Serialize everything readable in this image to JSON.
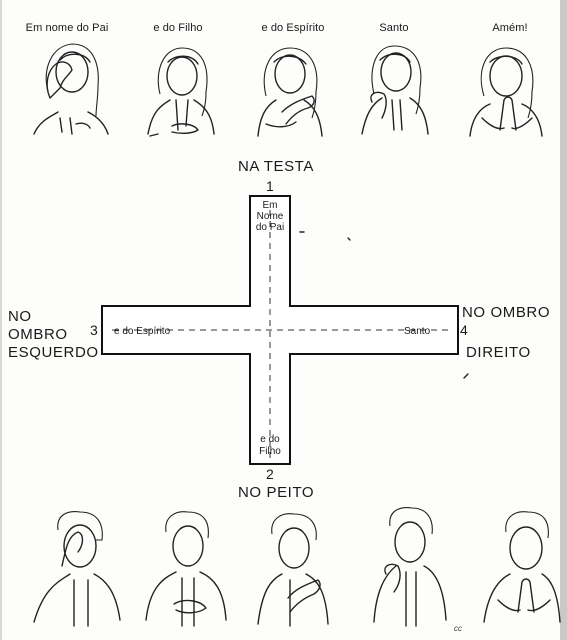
{
  "top_captions": [
    "Em nome do Pai",
    "e do Filho",
    "e do Espírito",
    "Santo",
    "Amém!"
  ],
  "positions": {
    "top": "NA TESTA",
    "bottom": "NO PEITO",
    "left_line1": "NO",
    "left_line2": "OMBRO",
    "left_line3": "ESQUERDO",
    "right_line1": "NO OMBRO",
    "right_line2": "DIREITO"
  },
  "numbers": {
    "top": "1",
    "bottom": "2",
    "left": "3",
    "right": "4"
  },
  "cross_text": {
    "top_line1": "Em",
    "top_line2": "Nome",
    "top_line3": "do Pai",
    "bottom_line1": "e do",
    "bottom_line2": "Filho",
    "left": "e do Espírito",
    "right": "Santo"
  },
  "signature": "cc"
}
